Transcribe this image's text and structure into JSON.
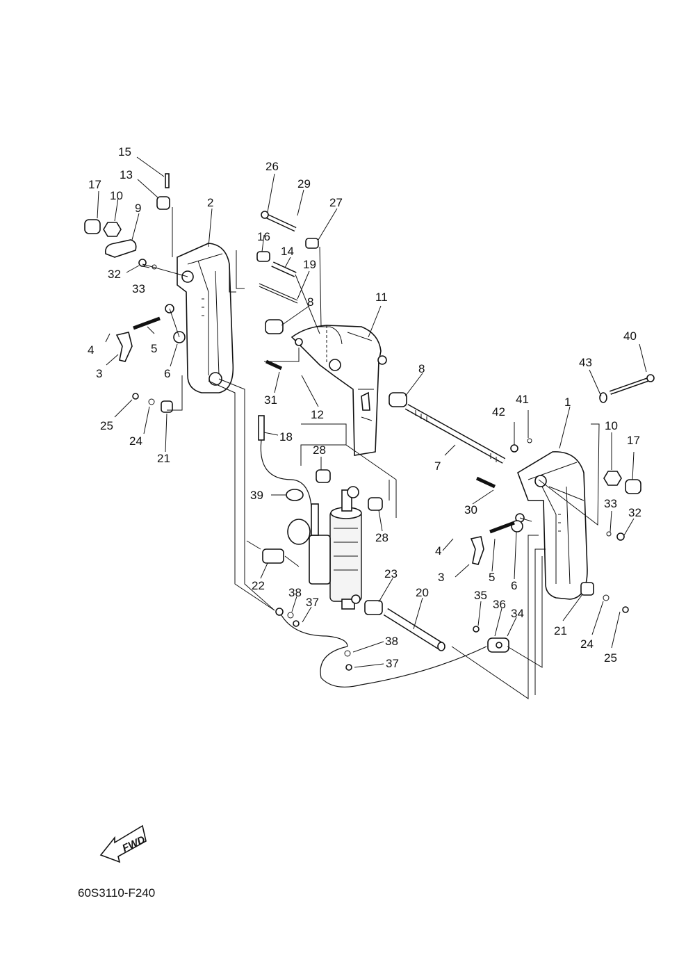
{
  "diagram": {
    "figure_code": "60S3110-F240",
    "direction_arrow": "FWD",
    "callouts": [
      {
        "id": "c15",
        "label": "15"
      },
      {
        "id": "c13",
        "label": "13"
      },
      {
        "id": "c17a",
        "label": "17"
      },
      {
        "id": "c10a",
        "label": "10"
      },
      {
        "id": "c9",
        "label": "9"
      },
      {
        "id": "c2",
        "label": "2"
      },
      {
        "id": "c32a",
        "label": "32"
      },
      {
        "id": "c33a",
        "label": "33"
      },
      {
        "id": "c4a",
        "label": "4"
      },
      {
        "id": "c5a",
        "label": "5"
      },
      {
        "id": "c3a",
        "label": "3"
      },
      {
        "id": "c6a",
        "label": "6"
      },
      {
        "id": "c25a",
        "label": "25"
      },
      {
        "id": "c24a",
        "label": "24"
      },
      {
        "id": "c21a",
        "label": "21"
      },
      {
        "id": "c26",
        "label": "26"
      },
      {
        "id": "c29",
        "label": "29"
      },
      {
        "id": "c27",
        "label": "27"
      },
      {
        "id": "c16",
        "label": "16"
      },
      {
        "id": "c14",
        "label": "14"
      },
      {
        "id": "c19",
        "label": "19"
      },
      {
        "id": "c8a",
        "label": "8"
      },
      {
        "id": "c11",
        "label": "11"
      },
      {
        "id": "c31",
        "label": "31"
      },
      {
        "id": "c12",
        "label": "12"
      },
      {
        "id": "c8b",
        "label": "8"
      },
      {
        "id": "c18",
        "label": "18"
      },
      {
        "id": "c28a",
        "label": "28"
      },
      {
        "id": "c39",
        "label": "39"
      },
      {
        "id": "c28b",
        "label": "28"
      },
      {
        "id": "c7",
        "label": "7"
      },
      {
        "id": "c40",
        "label": "40"
      },
      {
        "id": "c43",
        "label": "43"
      },
      {
        "id": "c41",
        "label": "41"
      },
      {
        "id": "c1",
        "label": "1"
      },
      {
        "id": "c42",
        "label": "42"
      },
      {
        "id": "c10b",
        "label": "10"
      },
      {
        "id": "c17b",
        "label": "17"
      },
      {
        "id": "c30",
        "label": "30"
      },
      {
        "id": "c33b",
        "label": "33"
      },
      {
        "id": "c32b",
        "label": "32"
      },
      {
        "id": "c4b",
        "label": "4"
      },
      {
        "id": "c3b",
        "label": "3"
      },
      {
        "id": "c5b",
        "label": "5"
      },
      {
        "id": "c6b",
        "label": "6"
      },
      {
        "id": "c22",
        "label": "22"
      },
      {
        "id": "c23",
        "label": "23"
      },
      {
        "id": "c20",
        "label": "20"
      },
      {
        "id": "c38a",
        "label": "38"
      },
      {
        "id": "c37a",
        "label": "37"
      },
      {
        "id": "c35",
        "label": "35"
      },
      {
        "id": "c36",
        "label": "36"
      },
      {
        "id": "c34",
        "label": "34"
      },
      {
        "id": "c21b",
        "label": "21"
      },
      {
        "id": "c24b",
        "label": "24"
      },
      {
        "id": "c25b",
        "label": "25"
      },
      {
        "id": "c38b",
        "label": "38"
      },
      {
        "id": "c37b",
        "label": "37"
      }
    ]
  }
}
